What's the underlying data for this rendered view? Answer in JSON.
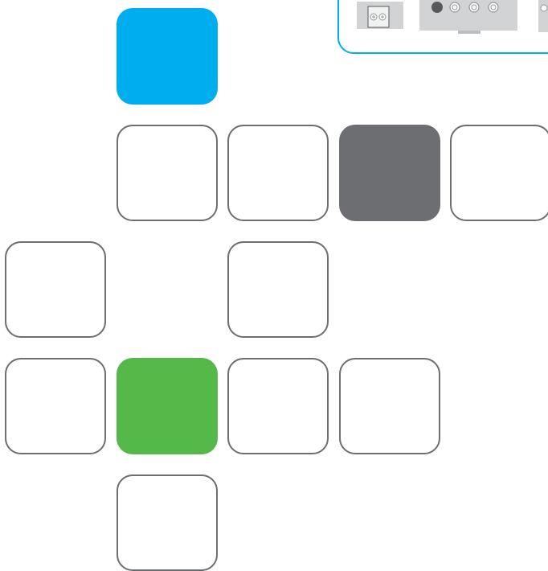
{
  "board": {
    "tiles": [
      {
        "id": "r0c1",
        "row": 0,
        "col": 1,
        "state": "blue",
        "color": "#00aeef"
      },
      {
        "id": "r1c1",
        "row": 1,
        "col": 1,
        "state": "empty",
        "color": "#ffffff"
      },
      {
        "id": "r1c2",
        "row": 1,
        "col": 2,
        "state": "empty",
        "color": "#ffffff"
      },
      {
        "id": "r1c3",
        "row": 1,
        "col": 3,
        "state": "gray",
        "color": "#6d6e71"
      },
      {
        "id": "r1c4",
        "row": 1,
        "col": 4,
        "state": "empty",
        "color": "#ffffff"
      },
      {
        "id": "r2c0",
        "row": 2,
        "col": 0,
        "state": "empty",
        "color": "#ffffff"
      },
      {
        "id": "r2c2",
        "row": 2,
        "col": 2,
        "state": "empty",
        "color": "#ffffff"
      },
      {
        "id": "r3c0",
        "row": 3,
        "col": 0,
        "state": "empty",
        "color": "#ffffff"
      },
      {
        "id": "r3c1",
        "row": 3,
        "col": 1,
        "state": "green",
        "color": "#55b949"
      },
      {
        "id": "r3c2",
        "row": 3,
        "col": 2,
        "state": "empty",
        "color": "#ffffff"
      },
      {
        "id": "r3c3",
        "row": 3,
        "col": 3,
        "state": "empty",
        "color": "#ffffff"
      },
      {
        "id": "r4c1",
        "row": 4,
        "col": 1,
        "state": "empty",
        "color": "#ffffff"
      }
    ],
    "colors": {
      "outline": "#6d6e71",
      "blue": "#00aeef",
      "gray": "#6d6e71",
      "green": "#55b949",
      "panel_border": "#00aeef"
    }
  },
  "parts_panel": {
    "icons": [
      "terminal-block-part-icon",
      "screw-terminal-strip-part-icon",
      "connector-part-icon"
    ]
  }
}
